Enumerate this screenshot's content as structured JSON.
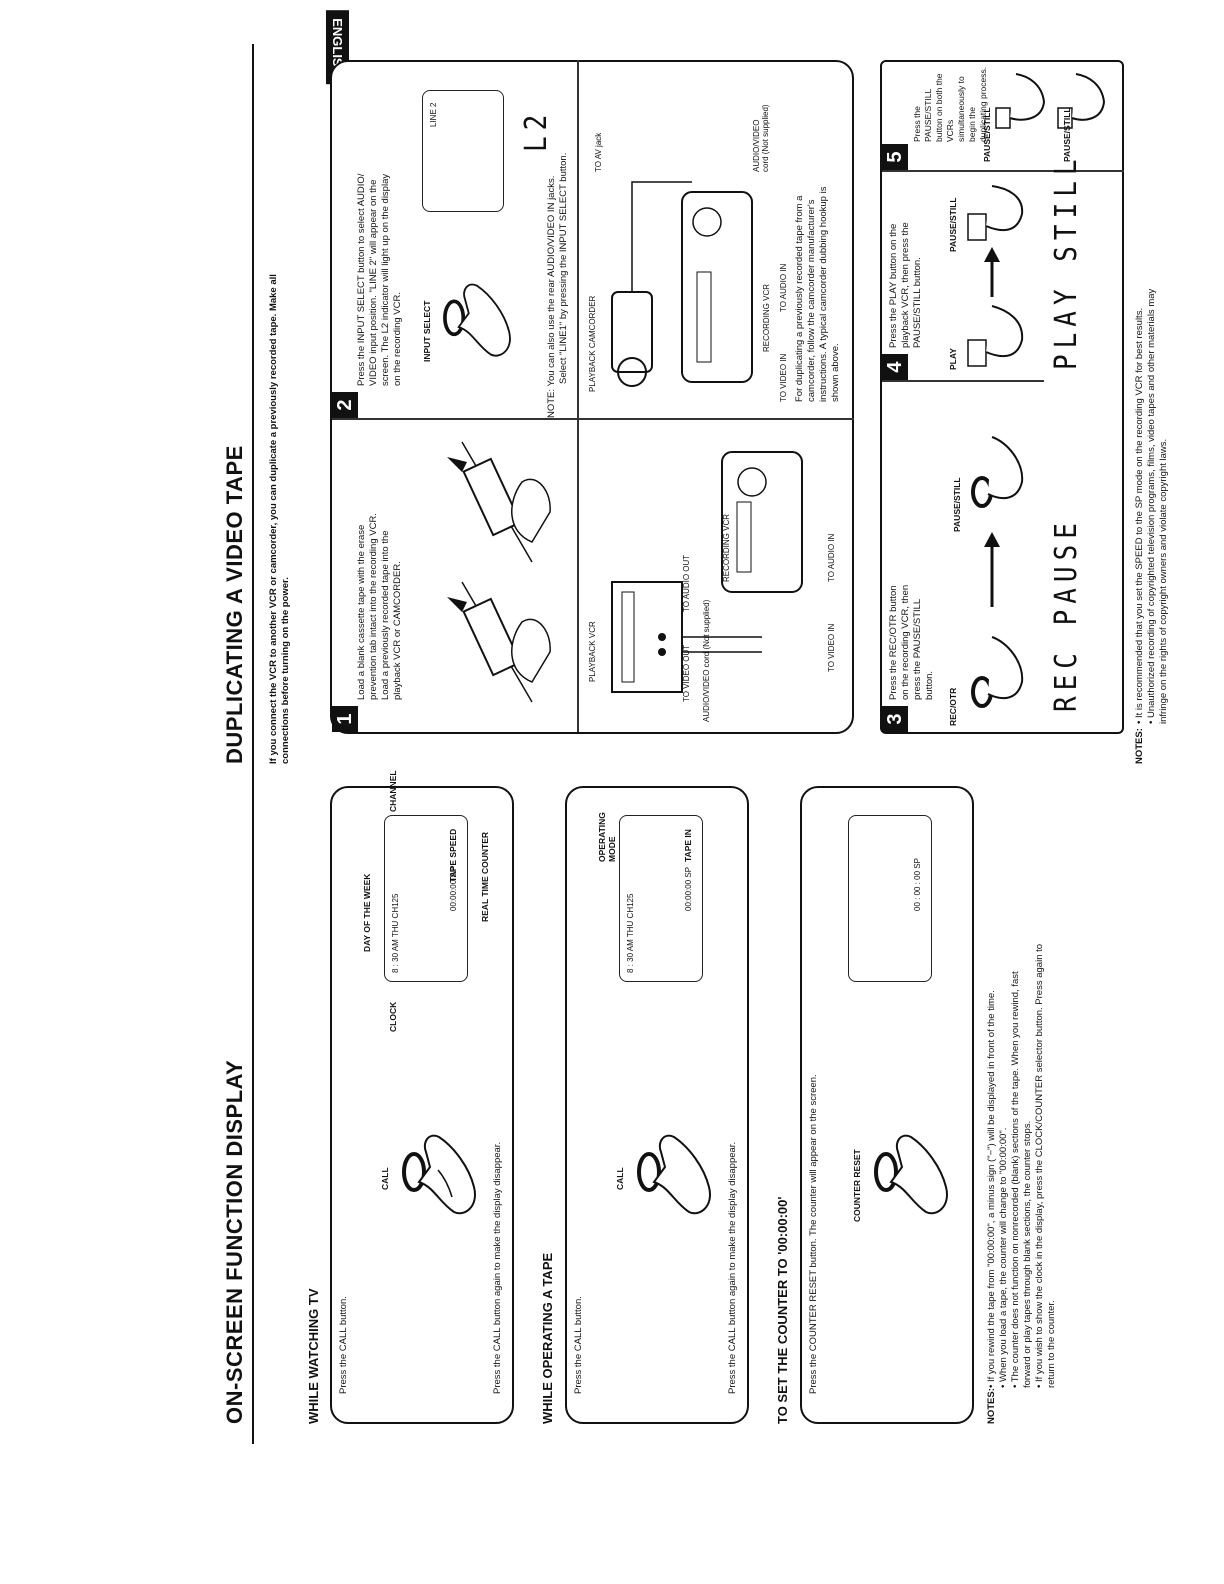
{
  "badge": "ENGLISH",
  "left": {
    "title": "ON-SCREEN FUNCTION DISPLAY",
    "watching": {
      "heading": "WHILE WATCHING TV",
      "instruction": "Press the CALL button.",
      "button_label": "CALL",
      "screen_line1": "8 : 30 AM THU     CH125",
      "screen_line2": "00:00:00 SP",
      "callouts": {
        "day": "DAY OF THE WEEK",
        "clock": "CLOCK",
        "channel": "CHANNEL",
        "speed": "TAPE SPEED",
        "counter": "REAL TIME COUNTER"
      },
      "after": "Press the CALL button again to make the display disappear."
    },
    "operating": {
      "heading": "WHILE OPERATING A TAPE",
      "instruction": "Press the CALL button.",
      "button_label": "CALL",
      "screen_line1": "8 : 30 AM THU     CH125",
      "screen_line2": "00:00:00 SP",
      "callouts": {
        "mode": "OPERATING MODE",
        "tape": "TAPE IN"
      },
      "after": "Press the CALL button again to make the display disappear."
    },
    "counter": {
      "heading": "TO SET THE COUNTER TO '00:00:00'",
      "instruction": "Press the COUNTER RESET button. The counter will appear on the screen.",
      "button_label": "COUNTER RESET",
      "screen_line": "00 : 00 : 00  SP"
    },
    "notes_label": "NOTES:",
    "notes": [
      "• If you rewind the tape from \"00:00:00\", a minus sign (\"−\") will be displayed in front of the time.",
      "• When you load a tape, the counter will change to \"00:00:00\".",
      "• The counter does not function on nonrecorded (blank) sections of the tape. When you rewind, fast",
      "   forward or play tapes through blank sections, the counter stops.",
      "• If you wish to show the clock in the display, press the CLOCK/COUNTER selector button. Press again to",
      "   return to the counter."
    ]
  },
  "right": {
    "title": "DUPLICATING A VIDEO TAPE",
    "intro": [
      "If you connect the VCR to another VCR or camcorder, you can duplicate a previously recorded tape. Make all",
      "connections before turning on the power."
    ],
    "step1": {
      "n": "1",
      "text": [
        "Load a blank cassette tape with the erase",
        "prevention tab intact into the recording VCR.",
        "Load a previously recorded tape into the",
        "playback VCR or CAMCORDER."
      ]
    },
    "step2": {
      "n": "2",
      "text": [
        "Press the INPUT SELECT button to select AUDIO/",
        "VIDEO input position. \"LINE 2\" will appear on the",
        "screen. The L2 indicator will light up on the display",
        "on the recording VCR."
      ],
      "button": "INPUT SELECT",
      "screen": "LINE 2",
      "lcd": "L2",
      "note": [
        "NOTE: You can also use the rear AUDIO/VIDEO IN jacks.",
        "Select \"LINE1\" by pressing the INPUT SELECT button."
      ]
    },
    "conn1": {
      "playback": "PLAYBACK VCR",
      "video_out": "TO VIDEO OUT",
      "audio_out": "TO AUDIO OUT",
      "cord": "AUDIO/VIDEO cord (Not supplied)",
      "recording": "RECORDING VCR",
      "video_in": "TO VIDEO IN",
      "audio_in": "TO AUDIO IN"
    },
    "conn2": {
      "camcorder": "PLAYBACK CAMCORDER",
      "av_jack": "TO AV jack",
      "recording": "RECORDING VCR",
      "video_in": "TO VIDEO IN",
      "audio_in": "TO AUDIO IN",
      "cord": "AUDIO/VIDEO",
      "cord2": "cord (Not supplied)",
      "text": [
        "For duplicating a previously recorded tape from a",
        "camcorder, follow the camcorder manufacturer's",
        "instructions. A typical camcorder dubbing hookup is",
        "shown above."
      ]
    },
    "step3": {
      "n": "3",
      "text": [
        "Press the REC/OTR button",
        "on the recording VCR, then",
        "press the PAUSE/STILL",
        "button."
      ],
      "btn1": "REC/OTR",
      "btn2": "PAUSE/STILL",
      "lcd": "REC PAUSE"
    },
    "step4": {
      "n": "4",
      "text": [
        "Press the PLAY button on the",
        "playback VCR, then press the",
        "PAUSE/STILL button."
      ],
      "btn1": "PLAY",
      "btn2": "PAUSE/STILL",
      "lcd": "PLAY STILL"
    },
    "step5": {
      "n": "5",
      "text": [
        "Press the PAUSE/STILL",
        "button on both the VCRs",
        "simultaneously to begin the",
        "duplicating process."
      ],
      "btn1": "PAUSE/STILL",
      "btn2": "PAUSE/STILL"
    },
    "notes_label": "NOTES:",
    "notes": [
      "• It is recommended that you set the SPEED to the SP mode on the recording VCR for best results.",
      "• Unauthorized recording of copyrighted television programs, films, video tapes and other materials may",
      "   infringe on the rights of copyright owners and violate copyright laws."
    ]
  }
}
